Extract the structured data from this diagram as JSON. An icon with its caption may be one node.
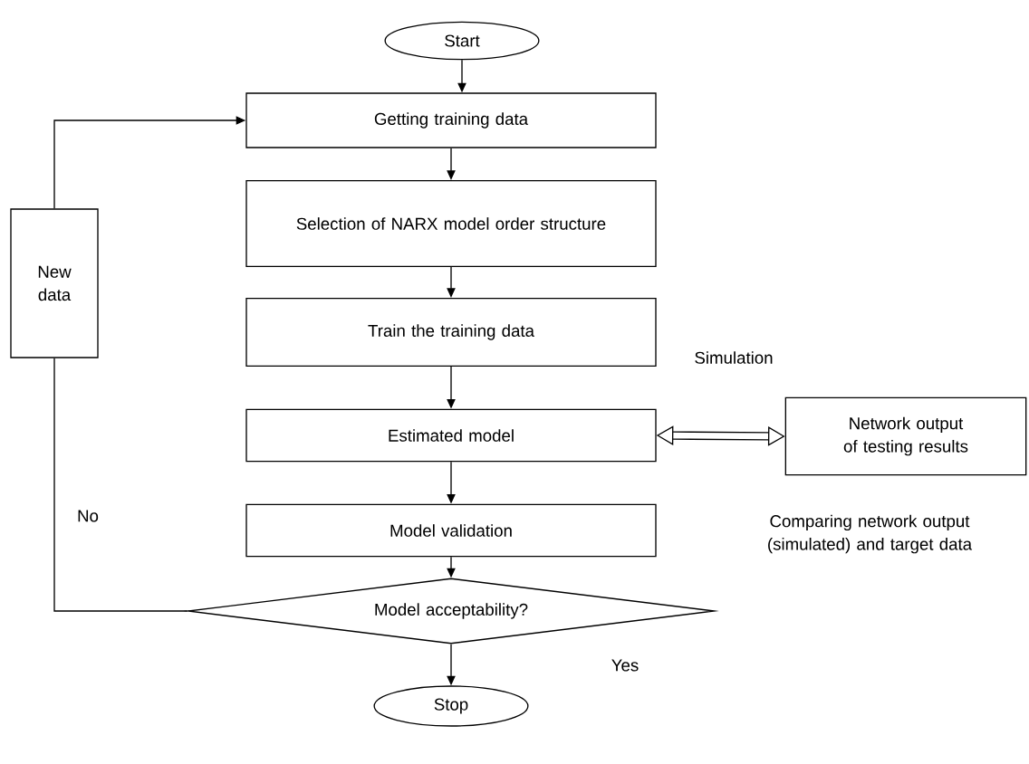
{
  "diagram": {
    "nodes": [
      {
        "text": [
          "Start"
        ]
      },
      {
        "text": [
          "Getting training data"
        ]
      },
      {
        "text": [
          "Selection of NARX model order structure"
        ]
      },
      {
        "text": [
          "Train the training data"
        ]
      },
      {
        "text": [
          "Estimated model"
        ]
      },
      {
        "text": [
          "Model validation"
        ]
      },
      {
        "text": [
          "Model acceptability?"
        ]
      },
      {
        "text": [
          "Stop"
        ]
      },
      {
        "text": [
          "New data"
        ]
      },
      {
        "text": [
          "Network output of testing results"
        ]
      }
    ],
    "edges": [
      {
        "from": 0,
        "to": 1,
        "arrow": "to"
      },
      {
        "from": 1,
        "to": 2,
        "arrow": "to"
      },
      {
        "from": 2,
        "to": 3,
        "arrow": "to"
      },
      {
        "from": 3,
        "to": 4,
        "arrow": "to"
      },
      {
        "from": 4,
        "to": 5,
        "arrow": "to"
      },
      {
        "from": 5,
        "to": 6,
        "arrow": "to"
      },
      {
        "from": 6,
        "to": 7,
        "arrow": "to"
      },
      {
        "from": 6,
        "to": 8,
        "arrow": "none"
      },
      {
        "from": 8,
        "to": 1,
        "arrow": "to"
      },
      {
        "from": 4,
        "to": 9,
        "arrow": "both",
        "style": "thick"
      }
    ],
    "labels": [
      "Simulation",
      "Comparing network output (simulated) and target data",
      "No",
      "Yes"
    ]
  }
}
